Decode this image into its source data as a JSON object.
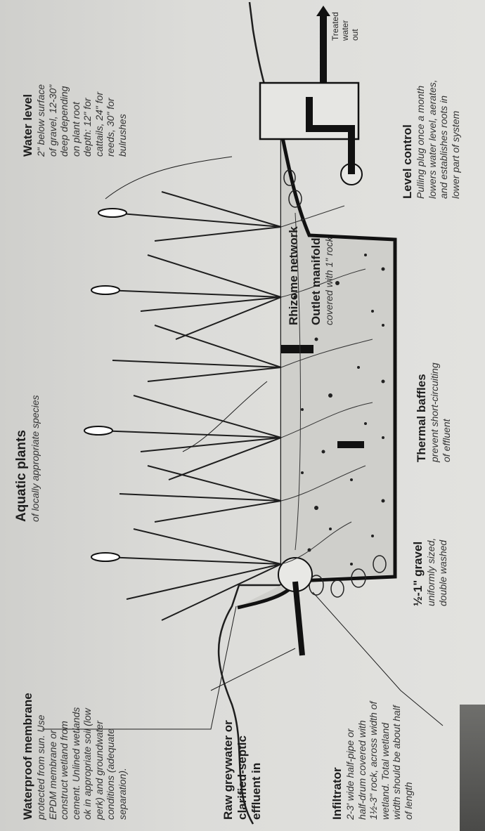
{
  "header_strip": "",
  "labels": {
    "membrane": {
      "title": "Waterproof membrane",
      "lines": [
        "protected from sun. Use",
        "EPDM membrane or",
        "construct wetland from",
        "cement. Unlined wetlands",
        "ok in appropriate soil (low",
        "perk) and groundwater",
        "conditions (adequate",
        "separation)."
      ]
    },
    "inflow": {
      "lines": [
        "Raw greywater or",
        "clarified-septic",
        "effluent in"
      ]
    },
    "infiltrator": {
      "title": "Infiltrator",
      "lines": [
        "2-3' wide half-pipe or",
        "half-drum covered with",
        "1½-3\" rock, across width of",
        "wetland. Total wetland",
        "width should be about half",
        "of length"
      ]
    },
    "gravel": {
      "title": "½-1\" gravel",
      "lines": [
        "uniformly sized,",
        "double washed"
      ]
    },
    "aquatic": {
      "title": "Aquatic plants",
      "lines": [
        "of locally appropriate species"
      ]
    },
    "baffles": {
      "title": "Thermal baffles",
      "lines": [
        "prevent short-circuiting",
        "of effluent"
      ]
    },
    "rhizome": {
      "title": "Rhizome network"
    },
    "manifold": {
      "title": "Outlet manifold",
      "lines": [
        "covered with 1\" rock"
      ]
    },
    "level_control": {
      "title": "Level control",
      "lines": [
        "Pulling plug once a month",
        "lowers water level, aerates,",
        "and establishes roots in",
        "lower part of system"
      ]
    },
    "water_level": {
      "title": "Water level",
      "lines": [
        "2\" below surface",
        "of gravel, 12-30\"",
        "deep depending",
        "on plant root",
        "depth: 12\" for",
        "cattails, 24\" for",
        "reeds, 30\" for",
        "bulrushes"
      ]
    },
    "treated": {
      "lines": [
        "Treated",
        "water",
        "out"
      ]
    }
  },
  "colors": {
    "ink": "#1e1e1e",
    "paper": "#dcdcd9"
  }
}
